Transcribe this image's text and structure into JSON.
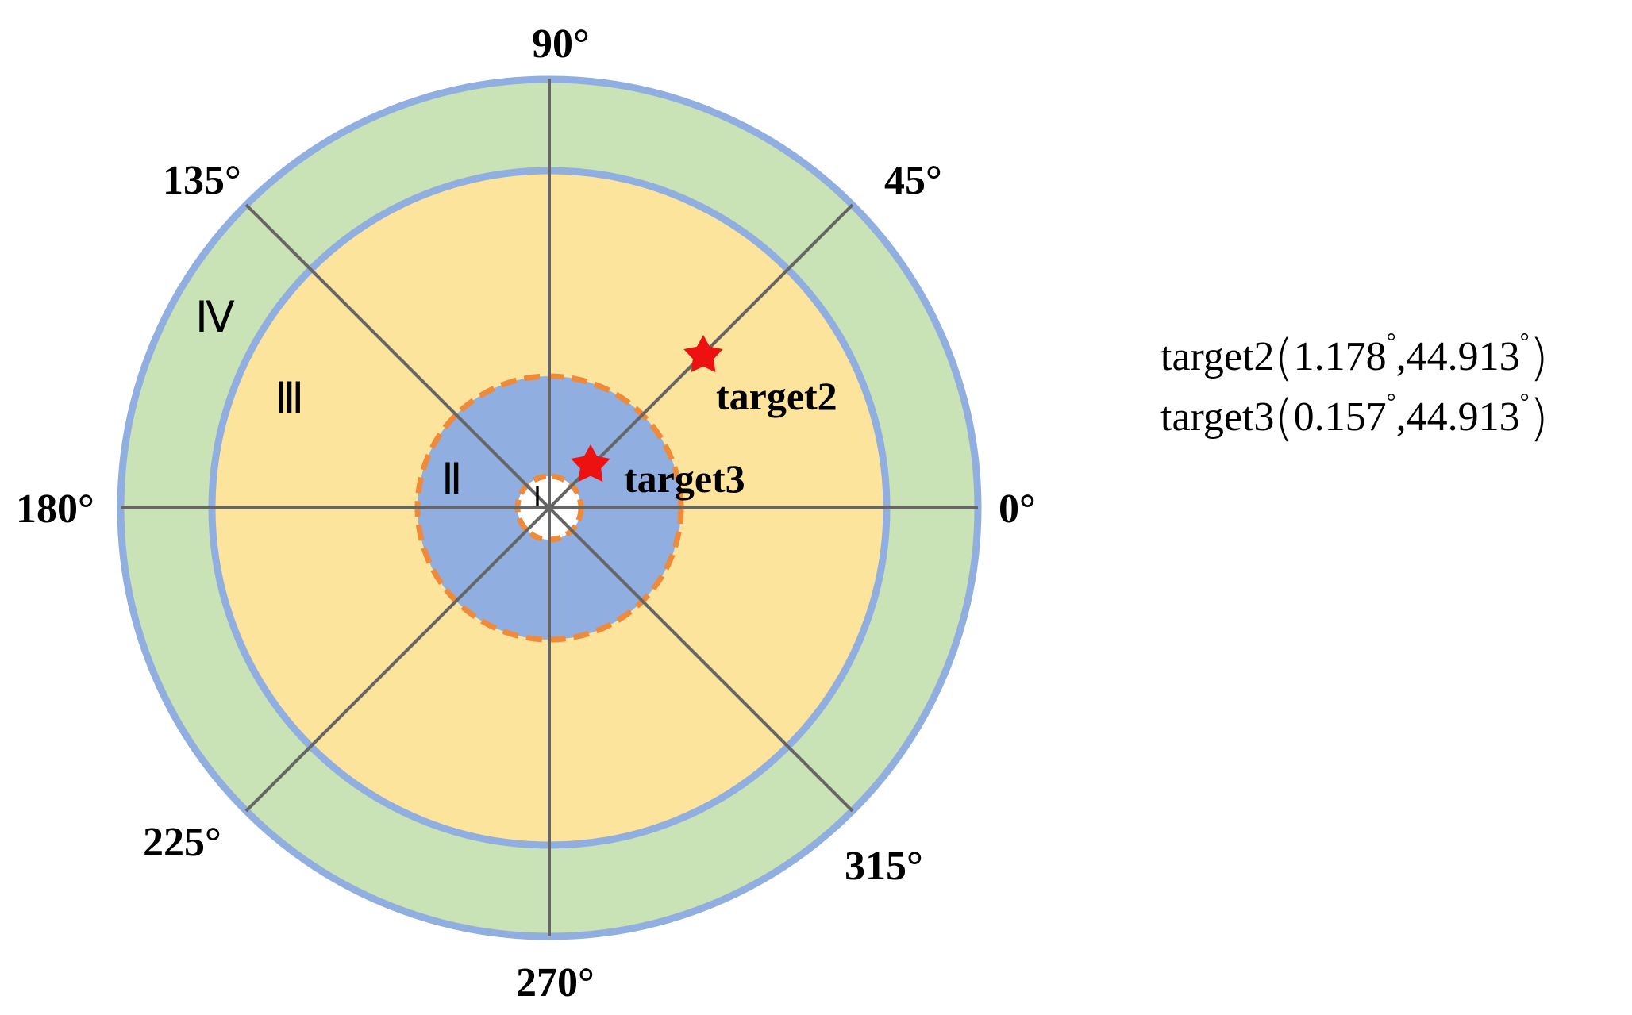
{
  "diagram": {
    "angle_labels": [
      "0°",
      "45°",
      "90°",
      "135°",
      "180°",
      "225°",
      "270°",
      "315°"
    ],
    "zones": {
      "I": "Ⅰ",
      "II": "Ⅱ",
      "III": "Ⅲ",
      "IV": "Ⅳ"
    },
    "targets": [
      {
        "name": "target2",
        "label": "target2"
      },
      {
        "name": "target3",
        "label": "target3"
      }
    ],
    "colors": {
      "outer_ring_fill": "#c9e3b6",
      "middle_ring_fill": "#fde49c",
      "inner_zone_fill": "#91aee0",
      "ring_stroke": "#91aee0",
      "dashed_stroke": "#ee8a3a",
      "spoke": "#666666",
      "target_star": "#ee1111"
    }
  },
  "legend": {
    "rows": [
      {
        "name": "target2",
        "v1": "1.178",
        "v2": "44.913",
        "deg": "°",
        "open": "(",
        "sep": ",",
        "close": ")"
      },
      {
        "name": "target3",
        "v1": "0.157",
        "v2": "44.913",
        "deg": "°",
        "open": "(",
        "sep": ",",
        "close": ")"
      }
    ]
  }
}
